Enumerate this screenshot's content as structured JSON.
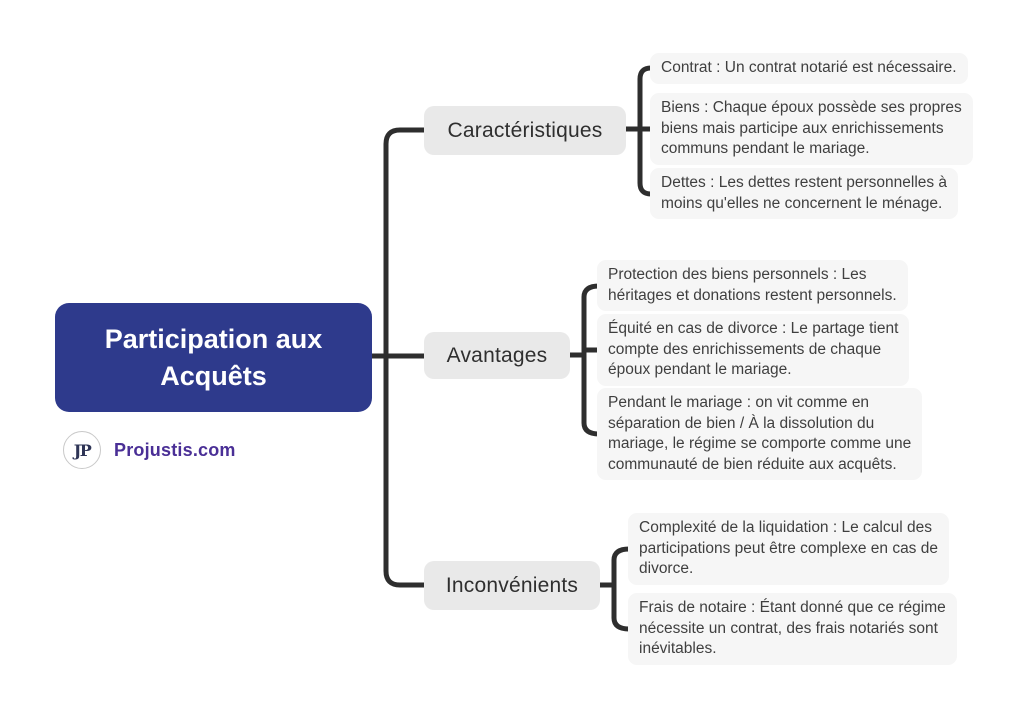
{
  "title_node": {
    "text": "Participation aux\nAcquêts",
    "bg_color": "#2e3a8c",
    "text_color": "#ffffff"
  },
  "logo": {
    "monogram": "JP",
    "site_name": "Projustis.com",
    "site_color": "#4a2f96"
  },
  "connector_color": "#2e2e2e",
  "branches": [
    {
      "label": "Caractéristiques",
      "children": [
        {
          "text": "Contrat : Un contrat notarié est nécessaire."
        },
        {
          "text": "Biens : Chaque époux possède ses propres\nbiens mais participe aux enrichissements\ncommuns pendant le mariage."
        },
        {
          "text": "Dettes : Les dettes restent personnelles à\nmoins qu'elles ne concernent le ménage."
        }
      ]
    },
    {
      "label": "Avantages",
      "children": [
        {
          "text": "Protection des biens personnels : Les\nhéritages et donations restent personnels."
        },
        {
          "text": "Équité en cas de divorce : Le partage tient\ncompte des enrichissements de chaque\népoux pendant le mariage."
        },
        {
          "text": "Pendant le mariage : on vit comme en\nséparation de bien / À la dissolution du\nmariage, le régime se comporte comme une\ncommunauté de bien réduite aux acquêts."
        }
      ]
    },
    {
      "label": "Inconvénients",
      "children": [
        {
          "text": "Complexité de la liquidation : Le calcul des\nparticipations peut être complexe en cas de\ndivorce."
        },
        {
          "text": "Frais de notaire : Étant donné que ce régime\nnécessite un contrat, des frais notariés sont\ninévitables."
        }
      ]
    }
  ]
}
